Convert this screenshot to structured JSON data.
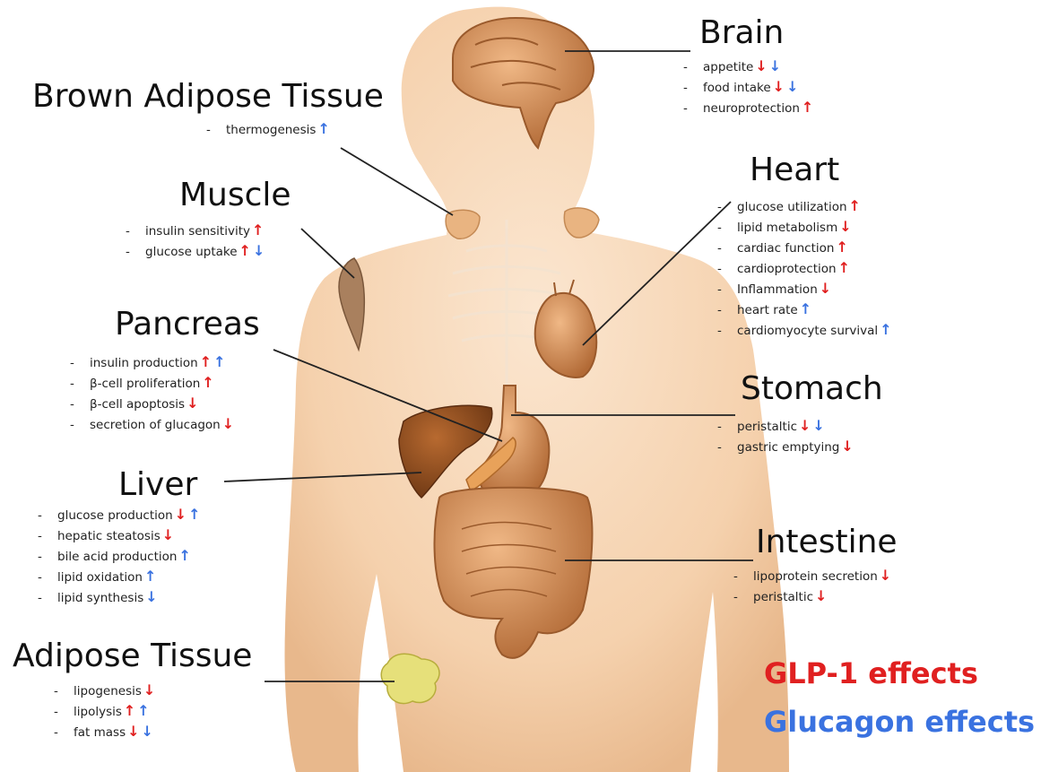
{
  "organs": {
    "brain": {
      "name": "Brain",
      "items": [
        {
          "text": "appetite",
          "arrows": [
            "down-red",
            "down-blue"
          ]
        },
        {
          "text": "food intake",
          "arrows": [
            "down-red",
            "down-blue"
          ]
        },
        {
          "text": "neuroprotection",
          "arrows": [
            "up-red"
          ]
        }
      ]
    },
    "bat": {
      "name": "Brown Adipose Tissue",
      "items": [
        {
          "text": "thermogenesis",
          "arrows": [
            "up-blue"
          ]
        }
      ]
    },
    "muscle": {
      "name": "Muscle",
      "items": [
        {
          "text": "insulin sensitivity",
          "arrows": [
            "up-red"
          ]
        },
        {
          "text": "glucose uptake",
          "arrows": [
            "up-red",
            "down-blue"
          ]
        }
      ]
    },
    "heart": {
      "name": "Heart",
      "items": [
        {
          "text": "glucose utilization",
          "arrows": [
            "up-red"
          ]
        },
        {
          "text": "lipid metabolism",
          "arrows": [
            "down-red"
          ]
        },
        {
          "text": "cardiac function",
          "arrows": [
            "up-red"
          ]
        },
        {
          "text": "cardioprotection",
          "arrows": [
            "up-red"
          ]
        },
        {
          "text": "Inflammation",
          "arrows": [
            "down-red"
          ]
        },
        {
          "text": "heart rate",
          "arrows": [
            "up-blue"
          ]
        },
        {
          "text": "cardiomyocyte survival",
          "arrows": [
            "up-blue"
          ]
        }
      ]
    },
    "pancreas": {
      "name": "Pancreas",
      "items": [
        {
          "text": "insulin production",
          "arrows": [
            "up-red",
            "up-blue"
          ]
        },
        {
          "text": "β-cell proliferation",
          "arrows": [
            "up-red"
          ]
        },
        {
          "text": "β-cell apoptosis",
          "arrows": [
            "down-red"
          ]
        },
        {
          "text": "secretion of glucagon",
          "arrows": [
            "down-red"
          ]
        }
      ]
    },
    "stomach": {
      "name": "Stomach",
      "items": [
        {
          "text": "peristaltic",
          "arrows": [
            "down-red",
            "down-blue"
          ]
        },
        {
          "text": "gastric emptying",
          "arrows": [
            "down-red"
          ]
        }
      ]
    },
    "liver": {
      "name": "Liver",
      "items": [
        {
          "text": "glucose production",
          "arrows": [
            "down-red",
            "up-blue"
          ]
        },
        {
          "text": "hepatic steatosis",
          "arrows": [
            "down-red"
          ]
        },
        {
          "text": "bile acid production",
          "arrows": [
            "up-blue"
          ]
        },
        {
          "text": "lipid oxidation",
          "arrows": [
            "up-blue"
          ]
        },
        {
          "text": "lipid synthesis",
          "arrows": [
            "down-blue"
          ]
        }
      ]
    },
    "intestine": {
      "name": "Intestine",
      "items": [
        {
          "text": "lipoprotein secretion",
          "arrows": [
            "down-red"
          ]
        },
        {
          "text": "peristaltic",
          "arrows": [
            "down-red"
          ]
        }
      ]
    },
    "adipose": {
      "name": "Adipose Tissue",
      "items": [
        {
          "text": "lipogenesis",
          "arrows": [
            "down-red"
          ]
        },
        {
          "text": "lipolysis",
          "arrows": [
            "up-red",
            "up-blue"
          ]
        },
        {
          "text": "fat mass",
          "arrows": [
            "down-red",
            "down-blue"
          ]
        }
      ]
    }
  },
  "legend": {
    "glp1": "GLP-1 effects",
    "glucagon": "Glucagon effects"
  },
  "colors": {
    "glp1": "#e02020",
    "glucagon": "#3a72e0",
    "skin": "#f7d6b4",
    "organ": "#c9834c"
  },
  "arrow_glyphs": {
    "up": "↑",
    "down": "↓"
  }
}
